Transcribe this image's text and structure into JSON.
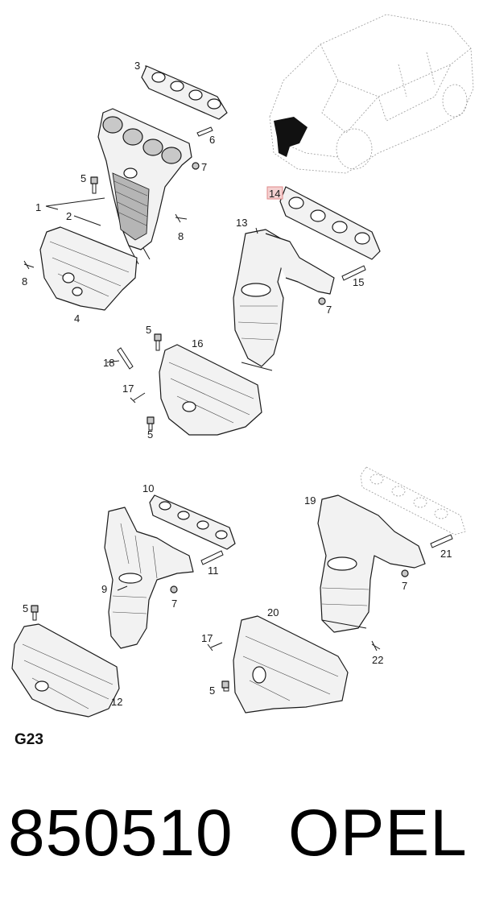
{
  "section_code": "G23",
  "part_number": "850510",
  "brand": "OPEL",
  "highlight_color": "#e08a8a",
  "callouts": [
    "3",
    "6",
    "7",
    "5",
    "1",
    "2",
    "8",
    "8",
    "4",
    "13",
    "14",
    "15",
    "7",
    "5",
    "16",
    "18",
    "17",
    "5",
    "10",
    "11",
    "9",
    "7",
    "5",
    "12",
    "19",
    "21",
    "7",
    "20",
    "17",
    "5",
    "22"
  ]
}
